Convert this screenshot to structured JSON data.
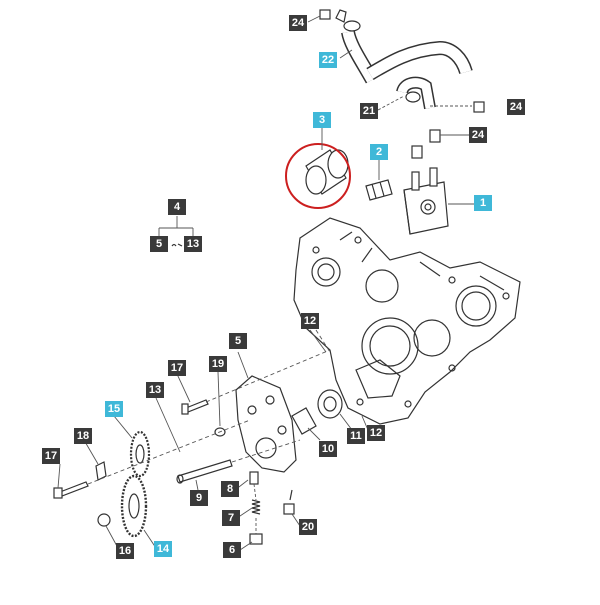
{
  "diagram": {
    "colors": {
      "line": "#333333",
      "leader": "#555555",
      "highlight_circle": "#cc1f1f",
      "dark_label": "#3a3a3a",
      "cyan_label": "#3fb8d8"
    },
    "labels": {
      "l24a": "24",
      "l22": "22",
      "l21": "21",
      "l24b": "24",
      "l24c": "24",
      "l3": "3",
      "l2": "2",
      "l1": "1",
      "l4": "4",
      "l5a": "5",
      "l13a": "13",
      "l12a": "12",
      "l5b": "5",
      "l17a": "17",
      "l19": "19",
      "l13b": "13",
      "l15": "15",
      "l18": "18",
      "l17b": "17",
      "l9": "9",
      "l8": "8",
      "l7": "7",
      "l6": "6",
      "l20": "20",
      "l16": "16",
      "l14": "14",
      "l10": "10",
      "l11": "11",
      "l12b": "12"
    }
  }
}
